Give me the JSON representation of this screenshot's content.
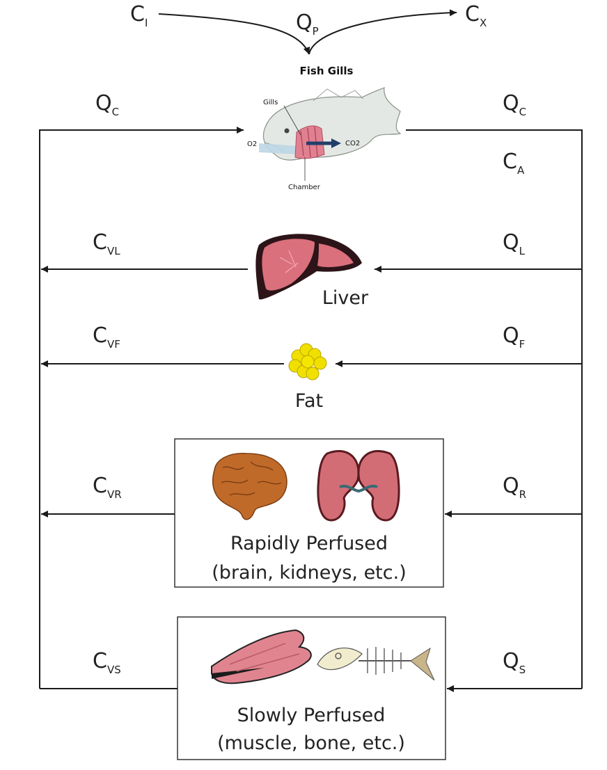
{
  "top": {
    "ci": {
      "main": "C",
      "sub": "I"
    },
    "qp": {
      "main": "Q",
      "sub": "P"
    },
    "cx": {
      "main": "C",
      "sub": "X"
    }
  },
  "gills": {
    "title": "Fish Gills",
    "label_gills": "Gills",
    "label_chamber": "Chamber",
    "label_o2": "O2",
    "label_co2": "CO2",
    "qc_left": {
      "main": "Q",
      "sub": "C"
    },
    "qc_right": {
      "main": "Q",
      "sub": "C"
    },
    "ca": {
      "main": "C",
      "sub": "A"
    }
  },
  "liver": {
    "caption": "Liver",
    "venous": {
      "main": "C",
      "sub": "VL"
    },
    "flow": {
      "main": "Q",
      "sub": "L"
    }
  },
  "fat": {
    "caption": "Fat",
    "venous": {
      "main": "C",
      "sub": "VF"
    },
    "flow": {
      "main": "Q",
      "sub": "F"
    }
  },
  "rapid": {
    "caption_line1": "Rapidly Perfused",
    "caption_line2": "(brain, kidneys, etc.)",
    "venous": {
      "main": "C",
      "sub": "VR"
    },
    "flow": {
      "main": "Q",
      "sub": "R"
    }
  },
  "slow": {
    "caption_line1": "Slowly Perfused",
    "caption_line2": "(muscle, bone, etc.)",
    "venous": {
      "main": "C",
      "sub": "VS"
    },
    "flow": {
      "main": "Q",
      "sub": "S"
    }
  }
}
